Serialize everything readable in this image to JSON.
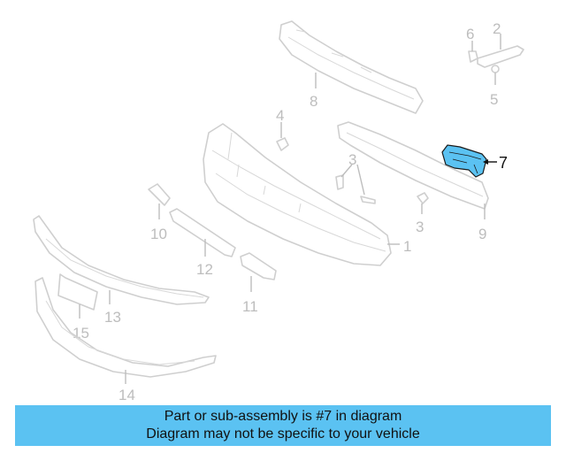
{
  "callouts": {
    "c1": "1",
    "c2": "2",
    "c3a": "3",
    "c3b": "3",
    "c4": "4",
    "c5": "5",
    "c6": "6",
    "c7": "7",
    "c8": "8",
    "c9": "9",
    "c10": "10",
    "c11": "11",
    "c12": "12",
    "c13": "13",
    "c14": "14",
    "c15": "15"
  },
  "highlighted_part": "7",
  "colors": {
    "highlight": "#5bc2f2",
    "caption_bg": "#5bc2f2",
    "line": "#cfcfcf"
  },
  "caption": {
    "line1": "Part or sub-assembly is #7 in diagram",
    "line2": "Diagram may not be specific to your vehicle"
  }
}
